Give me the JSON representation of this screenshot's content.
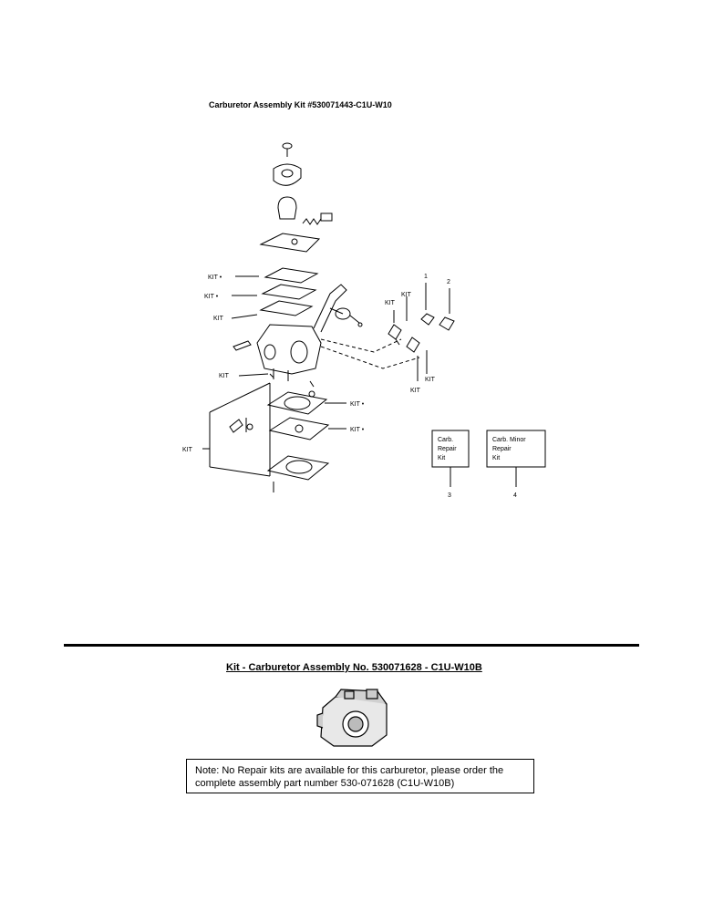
{
  "top_diagram": {
    "title": "Carburetor Assembly Kit #530071443-C1U-W10",
    "kit_label": "KIT",
    "kit_dot_label": "KIT •",
    "ref_numbers": [
      "1",
      "2",
      "3",
      "4"
    ],
    "box_carb_repair": [
      "Carb.",
      "Repair",
      "Kit"
    ],
    "box_carb_minor": [
      "Carb.  Minor",
      "Repair",
      "Kit"
    ]
  },
  "bottom_section": {
    "kit_title": "Kit - Carburetor Assembly No. 530071628 - C1U-W10B",
    "note_line1": "Note: No Repair kits are available for this carburetor, please order the",
    "note_line2": "complete assembly part number 530-071628 (C1U-W10B)"
  }
}
